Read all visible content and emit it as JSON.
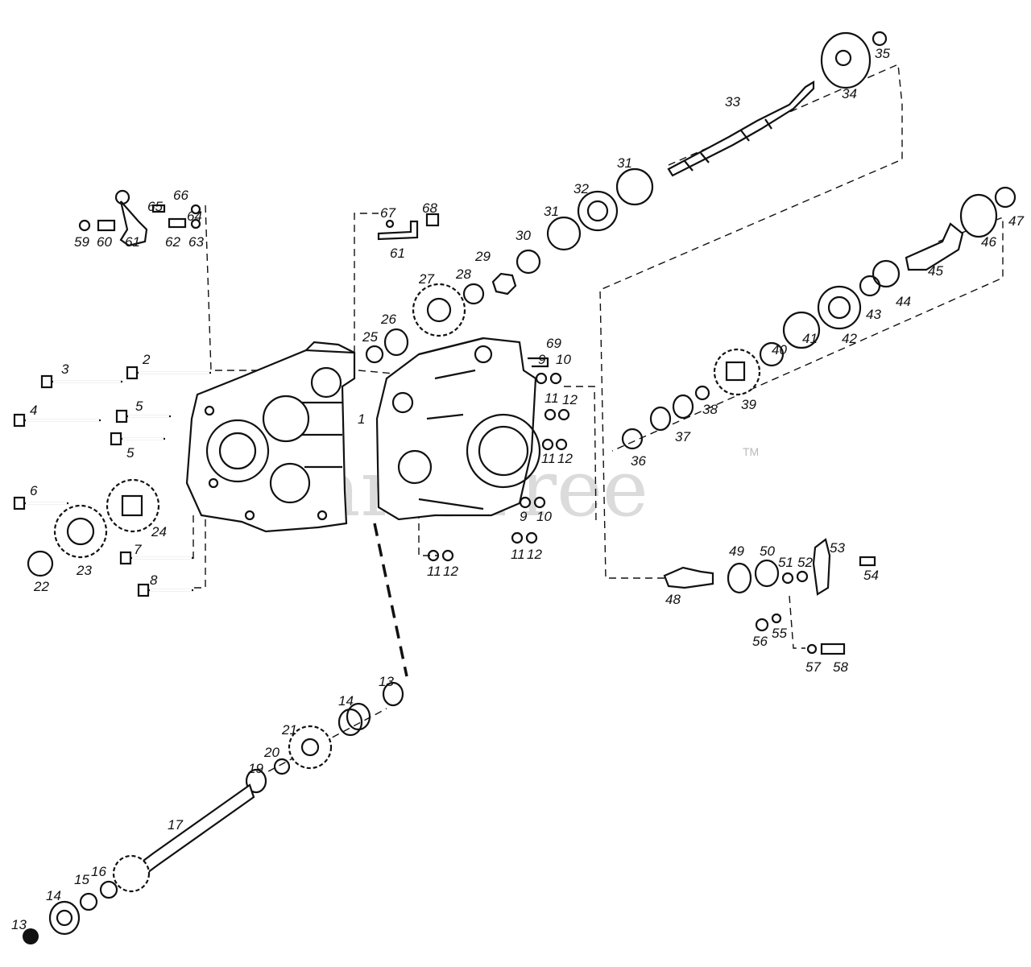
{
  "watermark": {
    "text": "PartsTree",
    "trademark": "TM"
  },
  "part_numbers": [
    "1",
    "2",
    "3",
    "4",
    "5",
    "5",
    "6",
    "7",
    "8",
    "9",
    "10",
    "11",
    "12",
    "11",
    "12",
    "9",
    "10",
    "11",
    "12",
    "11",
    "12",
    "13",
    "13",
    "14",
    "14",
    "15",
    "16",
    "17",
    "19",
    "20",
    "21",
    "22",
    "23",
    "24",
    "25",
    "26",
    "27",
    "28",
    "29",
    "30",
    "31",
    "31",
    "32",
    "33",
    "34",
    "35",
    "36",
    "37",
    "38",
    "39",
    "40",
    "41",
    "42",
    "43",
    "44",
    "45",
    "46",
    "47",
    "48",
    "49",
    "50",
    "51",
    "52",
    "53",
    "54",
    "55",
    "56",
    "57",
    "58",
    "59",
    "60",
    "61",
    "61",
    "62",
    "63",
    "64",
    "65",
    "66",
    "67",
    "68",
    "69"
  ]
}
